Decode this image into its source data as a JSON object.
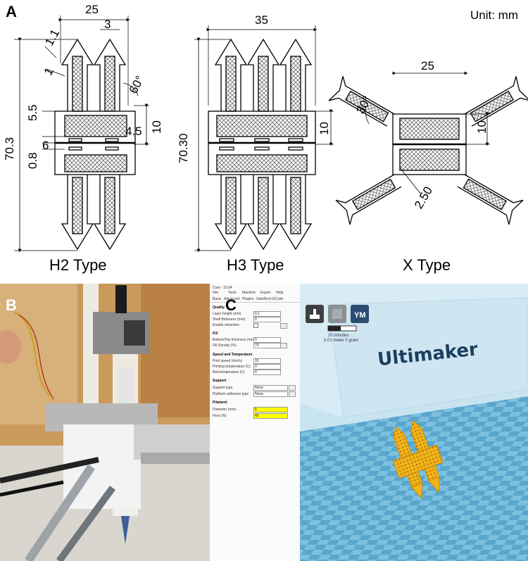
{
  "panel_a": {
    "letter": "A",
    "unit": "Unit: mm",
    "h2": {
      "label": "H2 Type",
      "dims": {
        "width": "25",
        "prong": "3",
        "tip1": "1.1",
        "tip2": "1",
        "angle": "60°",
        "d55": "5.5",
        "d45": "4.5",
        "d10": "10",
        "d6": "6",
        "d08": "0.8",
        "height": "70.3"
      }
    },
    "h3": {
      "label": "H3 Type",
      "dims": {
        "width": "35",
        "height": "70.30",
        "d10": "10"
      }
    },
    "x": {
      "label": "X Type",
      "dims": {
        "width": "25",
        "angle": "30°",
        "d10": "10",
        "d250": "2.50"
      }
    }
  },
  "panel_b": {
    "letter": "B"
  },
  "panel_c": {
    "letter": "C",
    "window_title": "Cura - 15.04",
    "menu": [
      "File",
      "Tools",
      "Machine",
      "Expert",
      "Help"
    ],
    "tabs": [
      "Basic",
      "Advanced",
      "Plugins",
      "Start/End-GCode"
    ],
    "sections": [
      {
        "header": "Quality",
        "fields": [
          {
            "label": "Layer height (mm)",
            "value": "0.1"
          },
          {
            "label": "Shell thickness (mm)",
            "value": "0"
          },
          {
            "label": "Enable retraction",
            "value": ""
          }
        ]
      },
      {
        "header": "Fill",
        "fields": [
          {
            "label": "Bottom/Top thickness (mm)",
            "value": "0"
          },
          {
            "label": "Fill Density (%)",
            "value": "70"
          }
        ]
      },
      {
        "header": "Speed and Temperature",
        "fields": [
          {
            "label": "Print speed (mm/s)",
            "value": "15"
          },
          {
            "label": "Printing temperature (C)",
            "value": "0"
          },
          {
            "label": "Bed temperature (C)",
            "value": "0"
          }
        ]
      },
      {
        "header": "Support",
        "fields": [
          {
            "label": "Support type",
            "value": "None"
          },
          {
            "label": "Platform adhesion type",
            "value": "None"
          }
        ]
      },
      {
        "header": "Filament",
        "fields": [
          {
            "label": "Diameter (mm)",
            "value": "5"
          },
          {
            "label": "Flow (%)",
            "value": "45"
          }
        ]
      }
    ],
    "viewport": {
      "brand": "Ultimaker",
      "toolbar_icons": [
        "load-icon",
        "sd-card-icon",
        "ym-icon"
      ],
      "ym_label": "YM",
      "print_info_1": "20 minutes",
      "print_info_2": "0.01 meter 0 gram"
    },
    "colors": {
      "bed": "#6fb7da",
      "bed_dark": "#5aa6cd",
      "model": "#f2b21a",
      "highlight": "#ffff00"
    }
  }
}
